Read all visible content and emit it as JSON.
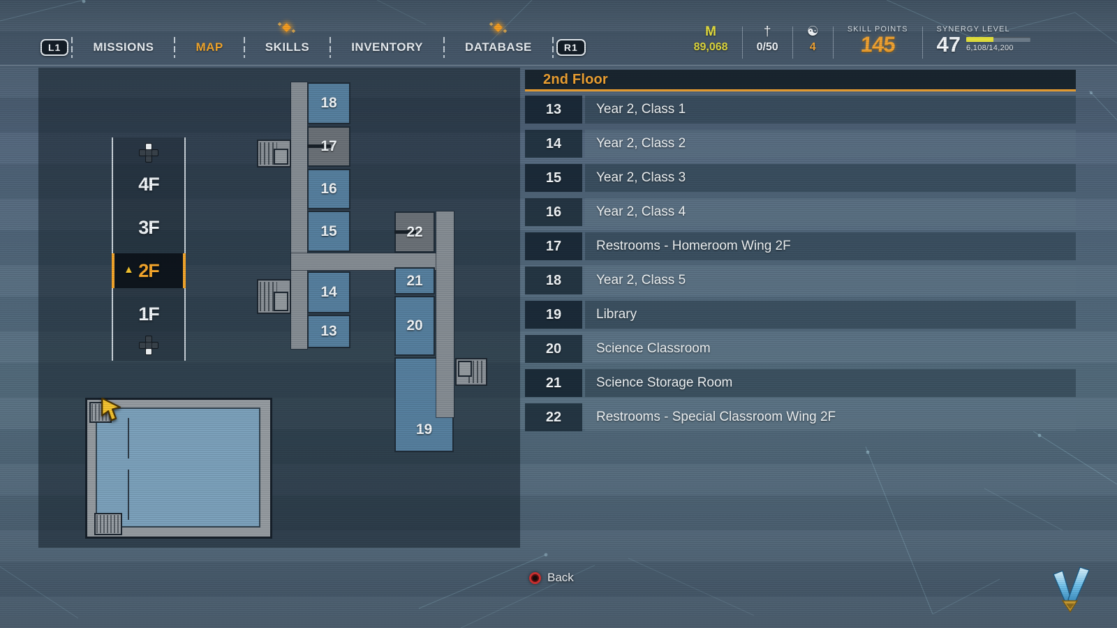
{
  "topbar": {
    "left_bumper": "L1",
    "right_bumper": "R1",
    "tabs": [
      {
        "label": "MISSIONS",
        "active": false,
        "marker": false
      },
      {
        "label": "MAP",
        "active": true,
        "marker": false
      },
      {
        "label": "SKILLS",
        "active": false,
        "marker": true
      },
      {
        "label": "INVENTORY",
        "active": false,
        "marker": false
      },
      {
        "label": "DATABASE",
        "active": false,
        "marker": true
      }
    ],
    "stats": {
      "money": {
        "icon": "M",
        "value": "89,068"
      },
      "collectibles": {
        "icon": "†",
        "value": "0/50"
      },
      "harmony": {
        "icon": "☯",
        "value": "4"
      },
      "skill_points": {
        "label": "SKILL POINTS",
        "value": "145"
      },
      "synergy": {
        "label": "SYNERGY LEVEL",
        "value": "47",
        "progress": "6,108/14,200",
        "percent": 42
      }
    }
  },
  "floor_selector": {
    "floors": [
      "4F",
      "3F",
      "2F",
      "1F"
    ],
    "selected": "2F"
  },
  "map": {
    "rooms": {
      "r13": "13",
      "r14": "14",
      "r15": "15",
      "r16": "16",
      "r17": "17",
      "r18": "18",
      "r19": "19",
      "r20": "20",
      "r21": "21",
      "r22": "22"
    }
  },
  "panel": {
    "title": "2nd Floor",
    "rows": [
      {
        "num": "13",
        "name": "Year 2, Class 1"
      },
      {
        "num": "14",
        "name": "Year 2, Class 2"
      },
      {
        "num": "15",
        "name": "Year 2, Class 3"
      },
      {
        "num": "16",
        "name": "Year 2, Class 4"
      },
      {
        "num": "17",
        "name": "Restrooms - Homeroom Wing 2F"
      },
      {
        "num": "18",
        "name": "Year 2, Class 5"
      },
      {
        "num": "19",
        "name": "Library"
      },
      {
        "num": "20",
        "name": "Science Classroom"
      },
      {
        "num": "21",
        "name": "Science Storage Room"
      },
      {
        "num": "22",
        "name": "Restrooms - Special Classroom Wing 2F"
      }
    ]
  },
  "footer": {
    "back_label": "Back"
  },
  "colors": {
    "accent_orange": "#f0a232",
    "currency_yellow": "#e6df3e",
    "room_blue": "#567f9e",
    "restroom_gray": "#6b7177",
    "corridor_gray": "#868d93",
    "synergy_bar_yellow": "#e7e43c",
    "back_button_red": "#cf3030"
  }
}
